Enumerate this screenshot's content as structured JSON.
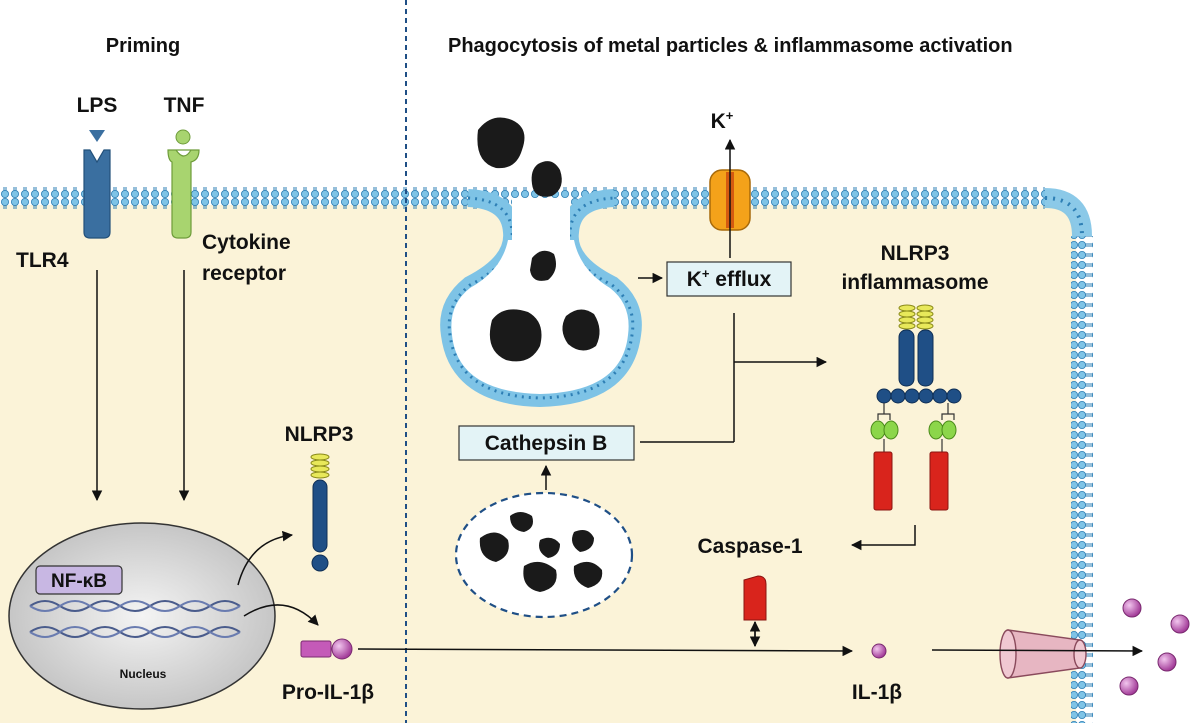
{
  "headers": {
    "priming": "Priming",
    "phagocytosis": "Phagocytosis of metal particles & inflammasome activation"
  },
  "ligands": {
    "lps": "LPS",
    "tnf": "TNF"
  },
  "receptors": {
    "tlr4": "TLR4",
    "cytokine_line1": "Cytokine",
    "cytokine_line2": "receptor"
  },
  "nucleus": {
    "nfkb": "NF-κB",
    "label": "Nucleus"
  },
  "proteins": {
    "nlrp3": "NLRP3",
    "pro_il1b": "Pro-IL-1β",
    "il1b": "IL-1β",
    "caspase1": "Caspase-1",
    "inflammasome_line1": "NLRP3",
    "inflammasome_line2": "inflammasome"
  },
  "ion": {
    "k_symbol": "K",
    "k_superscript": "+",
    "efflux_prefix": "K",
    "efflux_superscript": "+",
    "efflux_suffix": " efflux"
  },
  "lysosome": {
    "cathepsin": "Cathepsin B"
  },
  "colors": {
    "cytoplasm": "#fbf3d8",
    "membrane_head": "#7ec3e6",
    "membrane_tail": "#2e7fb5",
    "tlr4": "#3a6fa0",
    "cytokine_receptor": "#a8d46f",
    "nlrp3_body": "#1f4f86",
    "nlrp3_lrr": "#e8e85a",
    "caspase": "#d9241c",
    "pyd_green": "#8cd64a",
    "il1b": "#c45ab8",
    "channel_orange": "#f4a21a",
    "particles": "#1a1a1a",
    "label_box": "#e3f3f6"
  }
}
